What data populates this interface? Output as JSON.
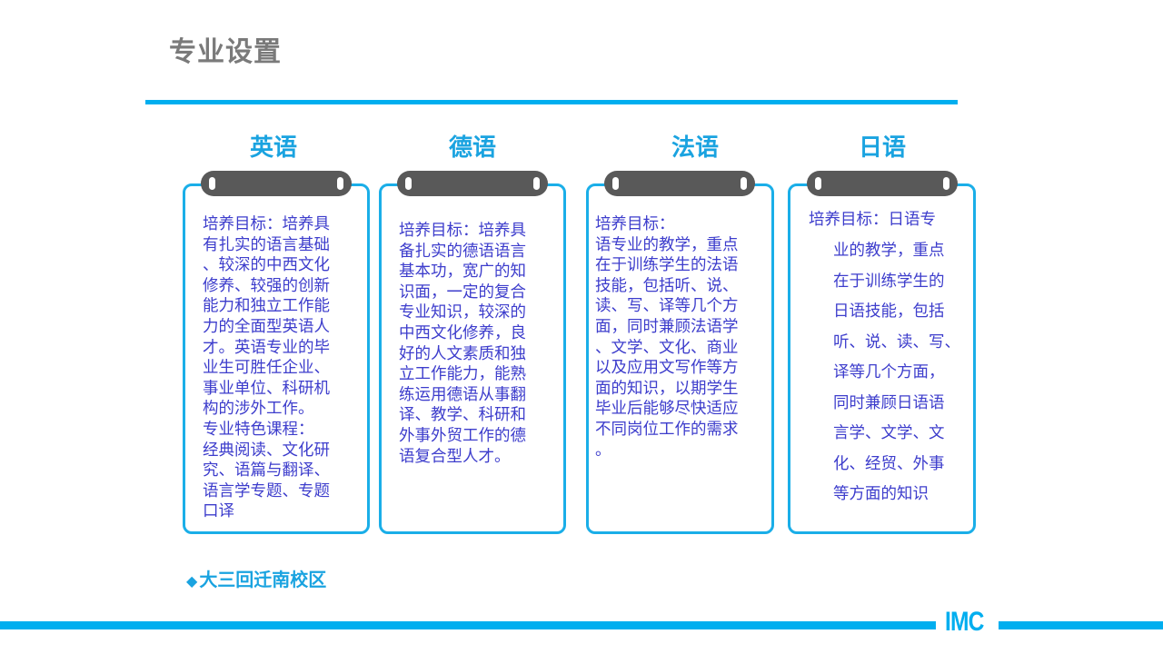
{
  "header": {
    "title": "专业设置"
  },
  "columns": [
    {
      "title": "英语",
      "text": "培养目标：培养具\n有扎实的语言基础\n、较深的中西文化\n修养、较强的创新\n能力和独立工作能\n力的全面型英语人\n才。英语专业的毕\n业生可胜任企业、\n事业单位、科研机\n构的涉外工作。\n专业特色课程：\n经典阅读、文化研\n究、语篇与翻译、\n语言学专题、专题\n口译"
    },
    {
      "title": "德语",
      "text": "培养目标：培养具\n备扎实的德语语言\n基本功，宽广的知\n识面，一定的复合\n专业知识，较深的\n中西文化修养，良\n好的人文素质和独\n立工作能力，能熟\n练运用德语从事翻\n译、教学、科研和\n外事外贸工作的德\n语复合型人才。"
    },
    {
      "title": "法语",
      "text": "培养目标：\n语专业的教学，重点\n在于训练学生的法语\n技能，包括听、说、\n读、写、译等几个方\n面，同时兼顾法语学\n、文学、文化、商业\n以及应用文写作等方\n面的知识，以期学生\n毕业后能够尽快适应\n不同岗位工作的需求\n。"
    },
    {
      "title": "日语",
      "text_first": "培养目标：日语专",
      "text": "业的教学，重点\n在于训练学生的\n日语技能，包括\n听、说、读、写、\n译等几个方面，\n同时兼顾日语语\n言学、文学、文\n化、经贸、外事\n等方面的知识"
    }
  ],
  "note": {
    "bullet": "◆",
    "text": "大三回迁南校区"
  },
  "footer": {
    "logo": "IMC"
  },
  "colors": {
    "accent": "#00aeef",
    "title_blue": "#1aa3e0",
    "body_text": "#3d3dcc",
    "clip": "#595959",
    "heading_gray": "#7a7a7a"
  }
}
